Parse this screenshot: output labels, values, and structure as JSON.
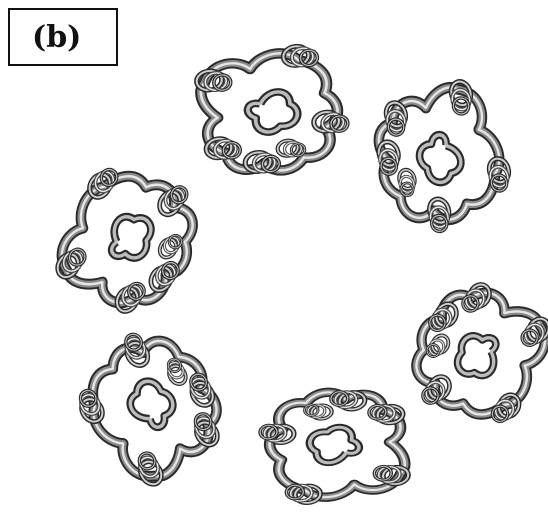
{
  "panel": {
    "label": "(b)"
  },
  "figure": {
    "subject": "ribbon-backbone-trace-ring",
    "unit_count": 6,
    "arrangement": "hexameric-ring",
    "colors": {
      "dark": "#2a2a2a",
      "mid": "#7a7a7a",
      "light": "#cfcfcf",
      "highlight": "#f2f2f2"
    }
  }
}
